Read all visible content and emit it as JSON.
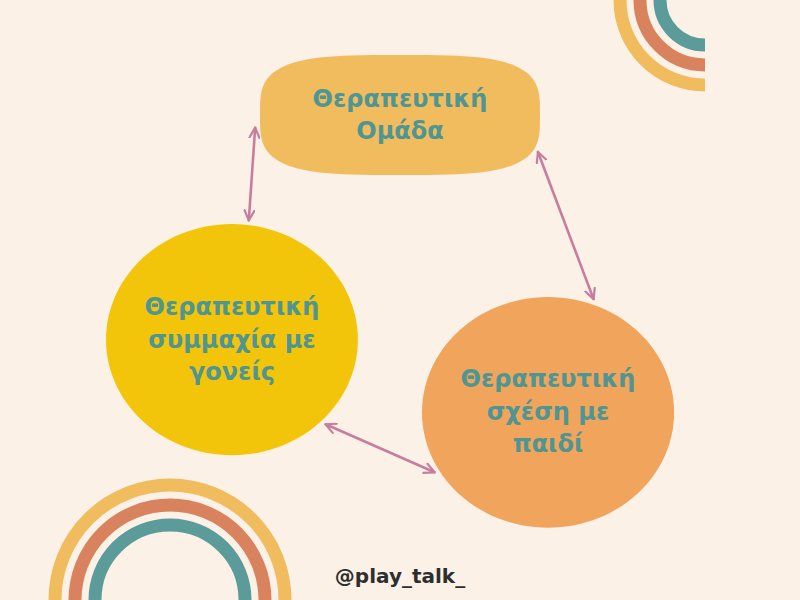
{
  "diagram": {
    "nodes": [
      {
        "text": [
          "Θεραπευτική Ομάδα"
        ]
      },
      {
        "text": [
          "Θεραπευτική συμμαχία με γονείς"
        ]
      },
      {
        "text": [
          "Θεραπευτική σχέση με παιδί"
        ]
      }
    ],
    "edges": [
      {
        "from": 0,
        "to": 1,
        "arrow": "both"
      },
      {
        "from": 0,
        "to": 2,
        "arrow": "both"
      },
      {
        "from": 1,
        "to": 2,
        "arrow": "both"
      }
    ],
    "labels": [
      "@play_talk_"
    ]
  }
}
